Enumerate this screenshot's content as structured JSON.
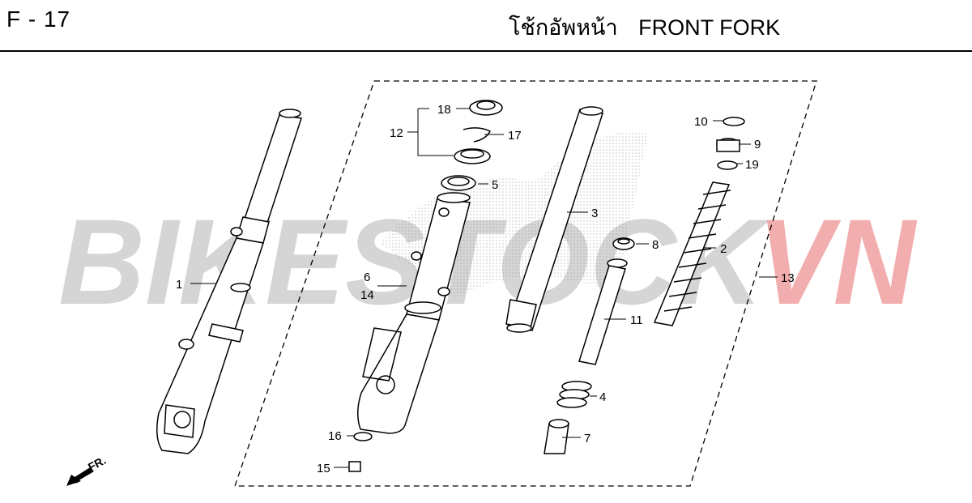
{
  "header": {
    "code": "F - 17",
    "title_th": "โช้กอัพหน้า",
    "title_en": "FRONT FORK"
  },
  "watermark": {
    "text_a": "BIKESTOCK",
    "text_b": "VN",
    "color_a": "#c8c8c8",
    "color_b": "#f0a0a0"
  },
  "labels": {
    "p1": "1",
    "p2": "2",
    "p3": "3",
    "p4": "4",
    "p5": "5",
    "p6": "6",
    "p7": "7",
    "p8": "8",
    "p9": "9",
    "p10": "10",
    "p11": "11",
    "p12": "12",
    "p13": "13",
    "p14": "14",
    "p15": "15",
    "p16": "16",
    "p17": "17",
    "p18": "18",
    "p19": "19"
  },
  "direction": {
    "label": "FR."
  }
}
